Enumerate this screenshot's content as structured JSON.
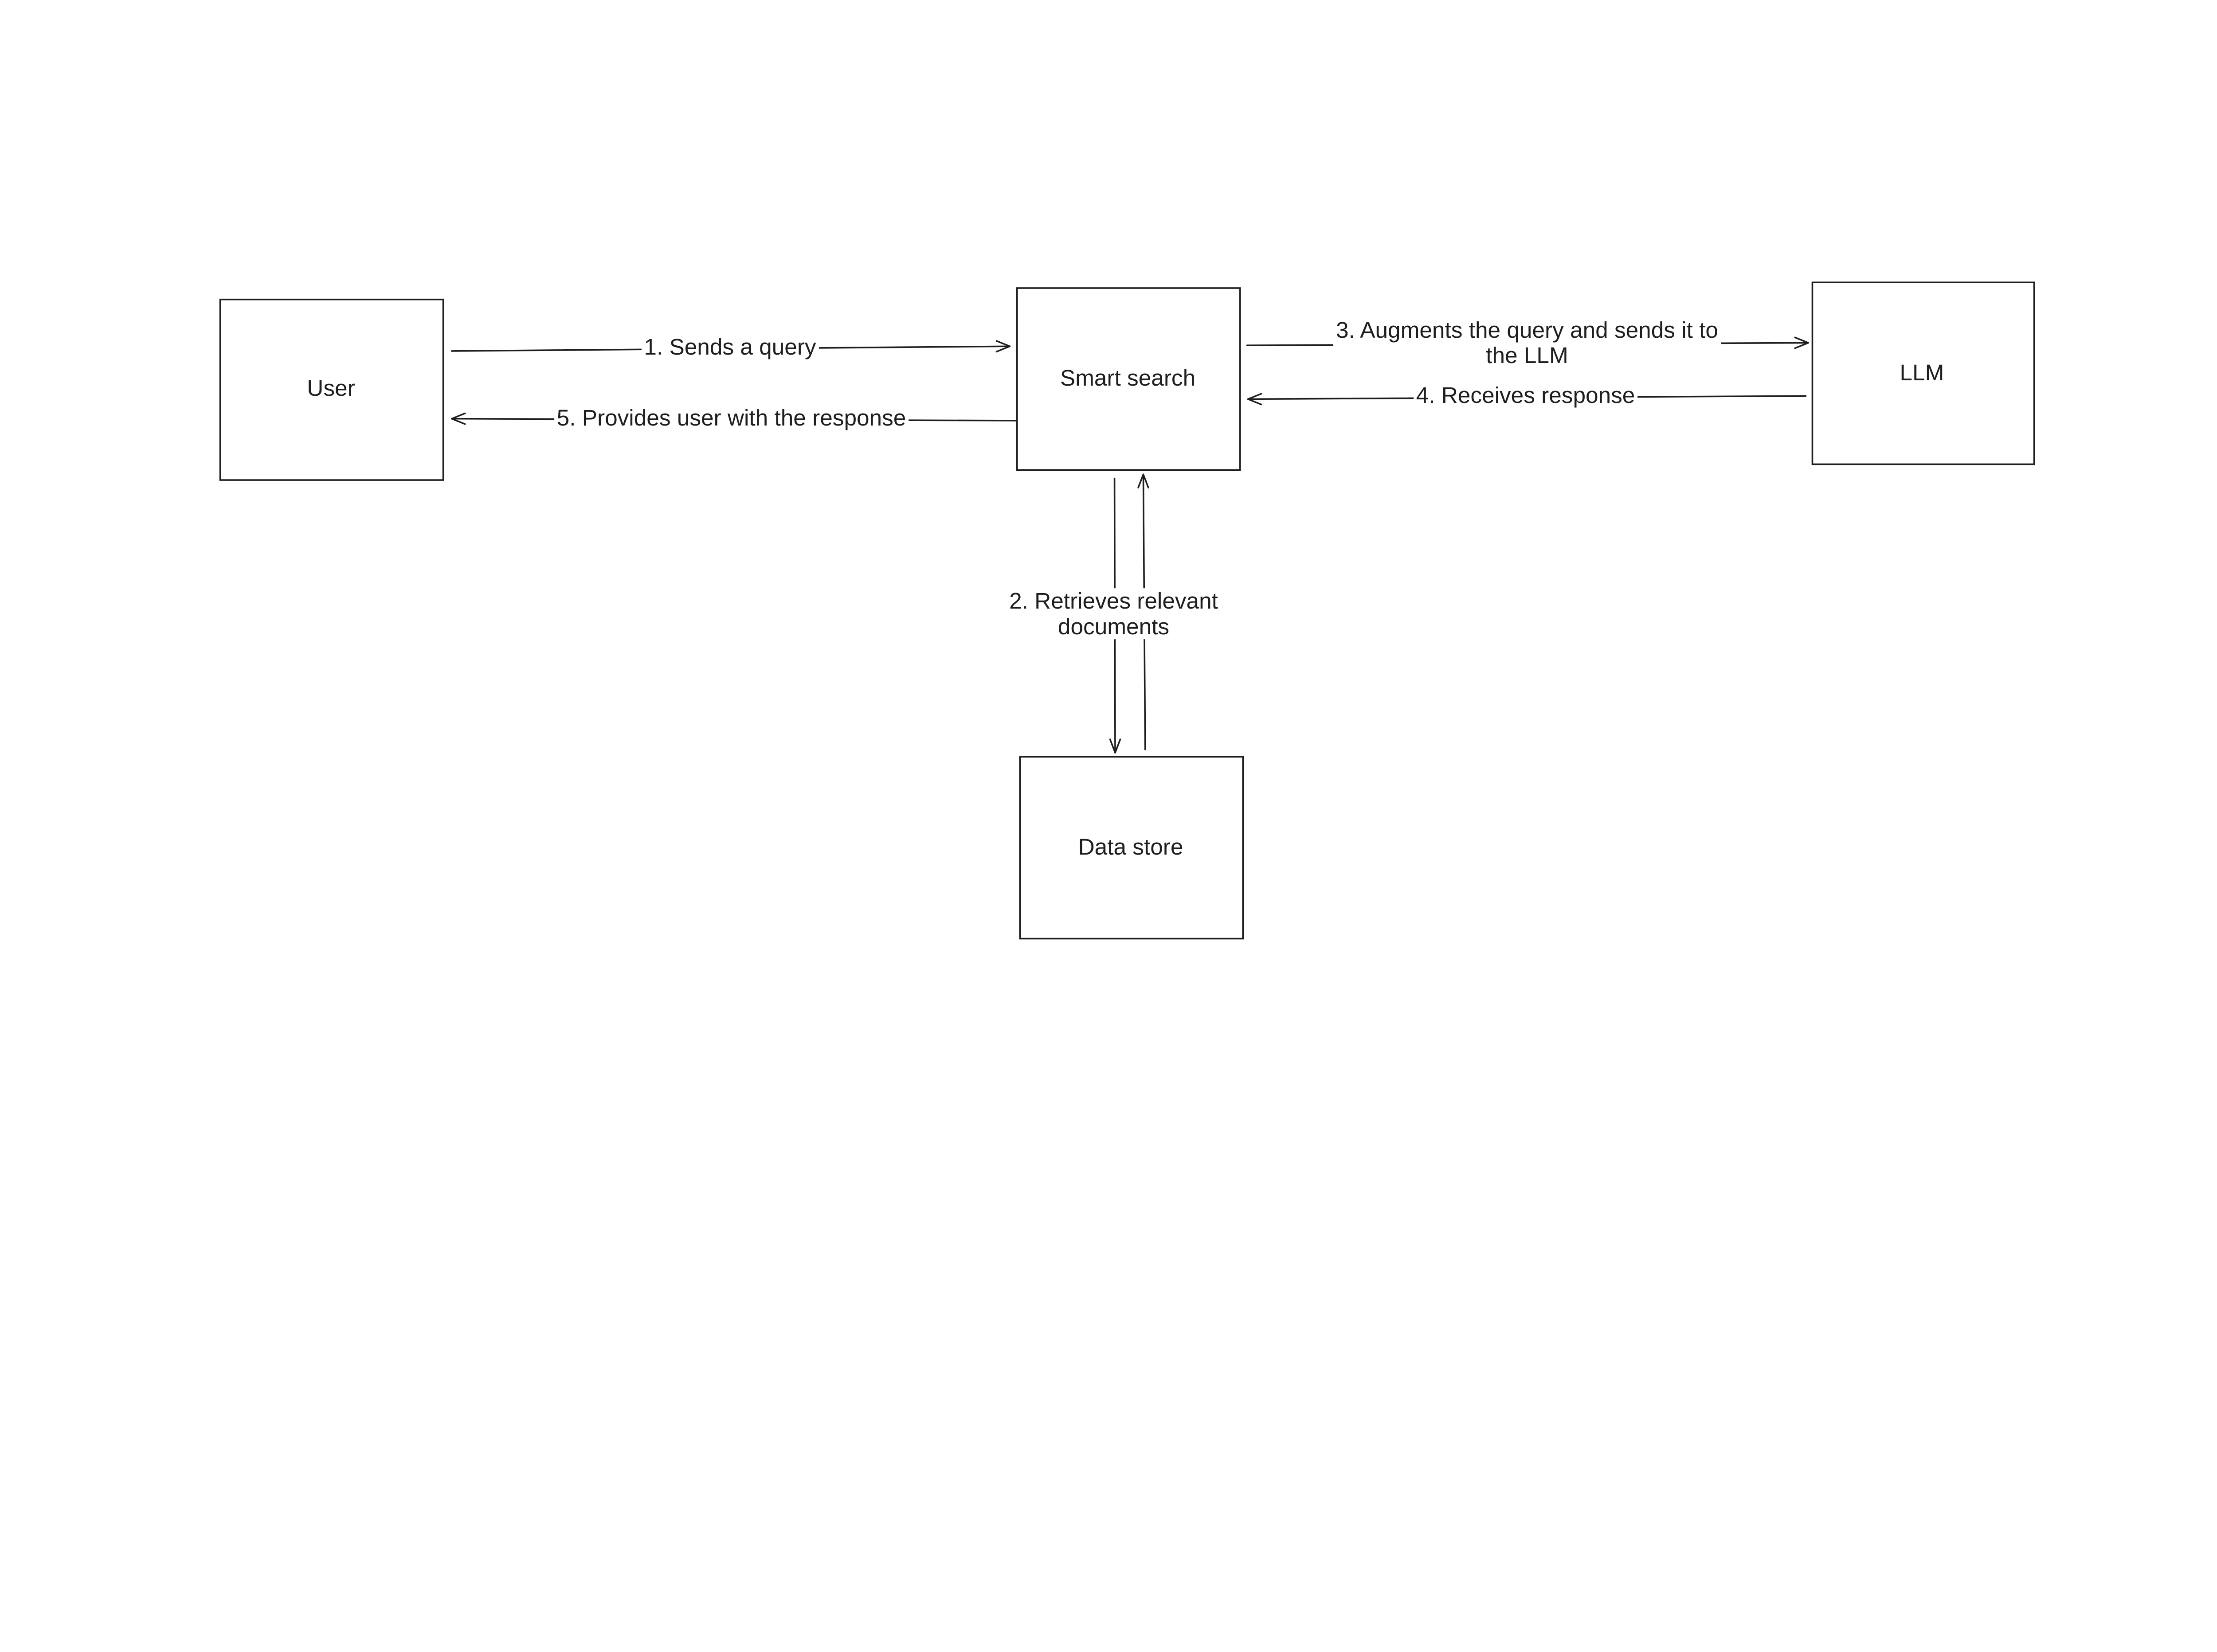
{
  "diagram": {
    "style": "hand-drawn sketch",
    "stroke_color": "#1e1e1e",
    "background": "#ffffff",
    "nodes": [
      {
        "id": "user",
        "label": "User"
      },
      {
        "id": "smart_search",
        "label": "Smart search"
      },
      {
        "id": "llm",
        "label": "LLM"
      },
      {
        "id": "data_store",
        "label": "Data store"
      }
    ],
    "edges": [
      {
        "from": "user",
        "to": "smart_search",
        "label": "1. Sends a query"
      },
      {
        "from": "smart_search",
        "to": "data_store",
        "label_lines": [
          "2. Retrieves relevant",
          "documents"
        ]
      },
      {
        "from": "data_store",
        "to": "smart_search"
      },
      {
        "from": "smart_search",
        "to": "llm",
        "label_lines": [
          "3. Augments the query and sends it to",
          "the LLM"
        ]
      },
      {
        "from": "llm",
        "to": "smart_search",
        "label": "4. Receives response"
      },
      {
        "from": "smart_search",
        "to": "user",
        "label": "5. Provides user with the response"
      }
    ]
  }
}
